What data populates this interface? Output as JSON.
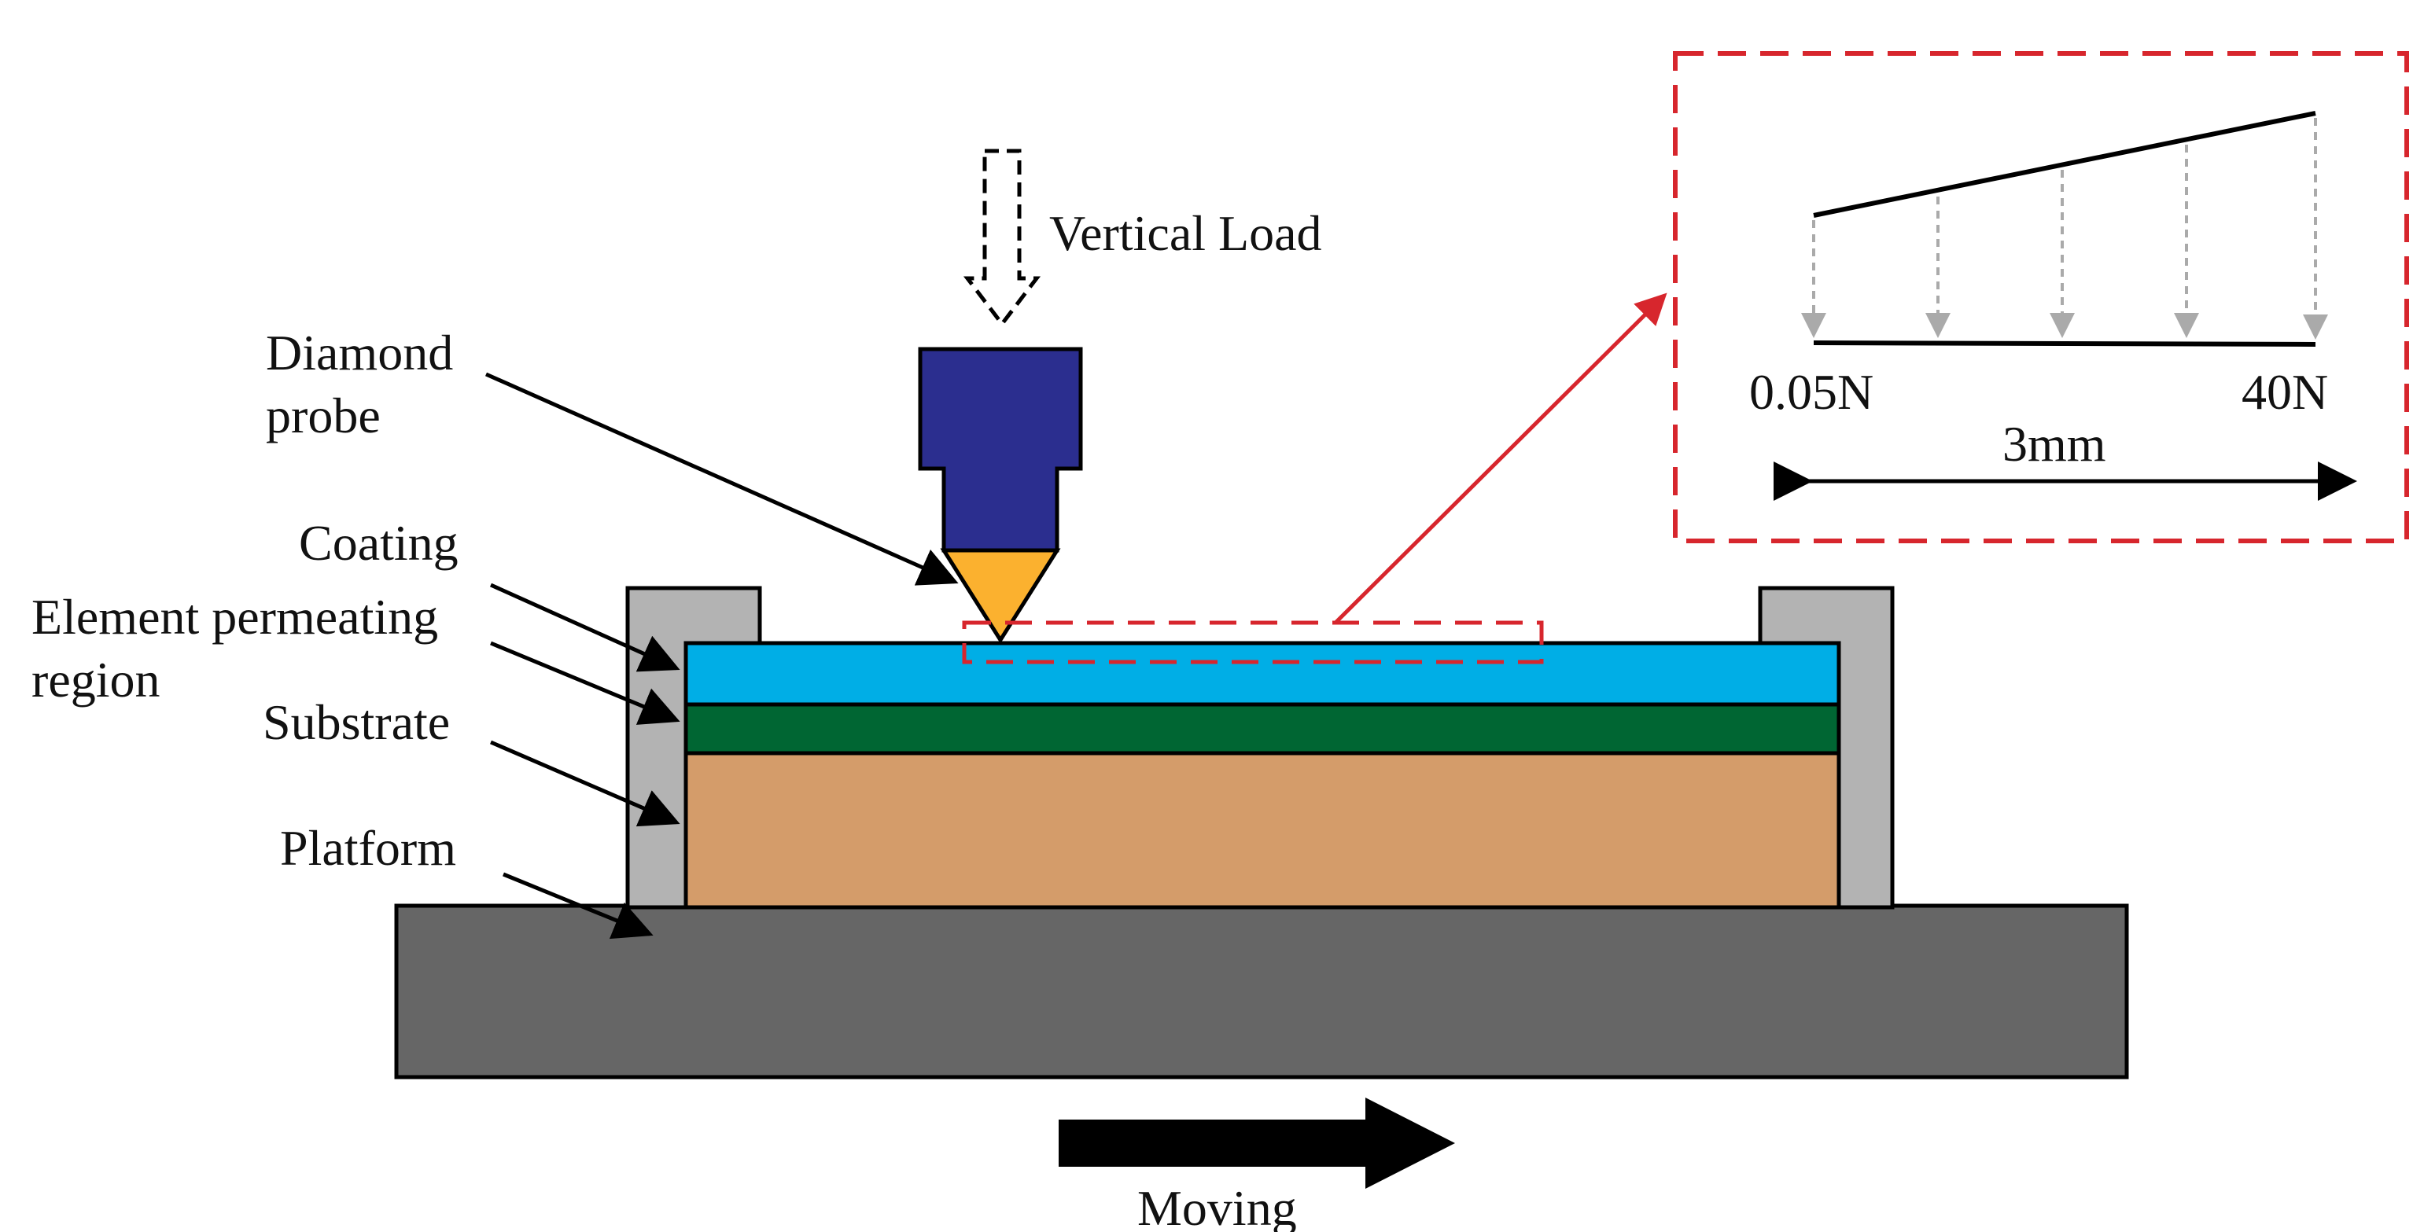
{
  "labels": {
    "vertical_load": "Vertical Load",
    "diamond_probe_line1": "Diamond",
    "diamond_probe_line2": "probe",
    "coating": "Coating",
    "element_region_line1": "Element permeating",
    "element_region_line2": "region",
    "substrate": "Substrate",
    "platform": "Platform",
    "moving": "Moving"
  },
  "inset": {
    "start_load": "0.05N",
    "end_load": "40N",
    "length": "3mm"
  },
  "colors": {
    "coating": "#00aee6",
    "element_region": "#006633",
    "substrate": "#d49c6a",
    "platform": "#666666",
    "holder": "#b3b3b3",
    "probe_body": "#2b2e8f",
    "probe_tip": "#fbb12f",
    "highlight": "#d7262d",
    "load_arrows": "#aaaaaa"
  }
}
